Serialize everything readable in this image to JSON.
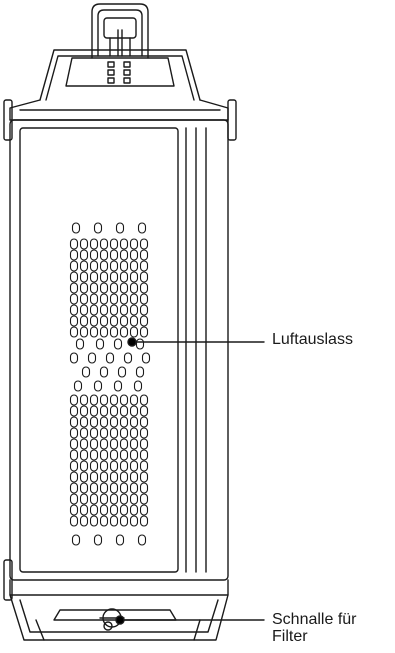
{
  "callouts": {
    "air_outlet": "Luftauslass",
    "filter_buckle_line1": "Schnalle für",
    "filter_buckle_line2": "Filter"
  },
  "colors": {
    "line": "#1a1a1a",
    "background": "#ffffff",
    "dot": "#000000"
  }
}
